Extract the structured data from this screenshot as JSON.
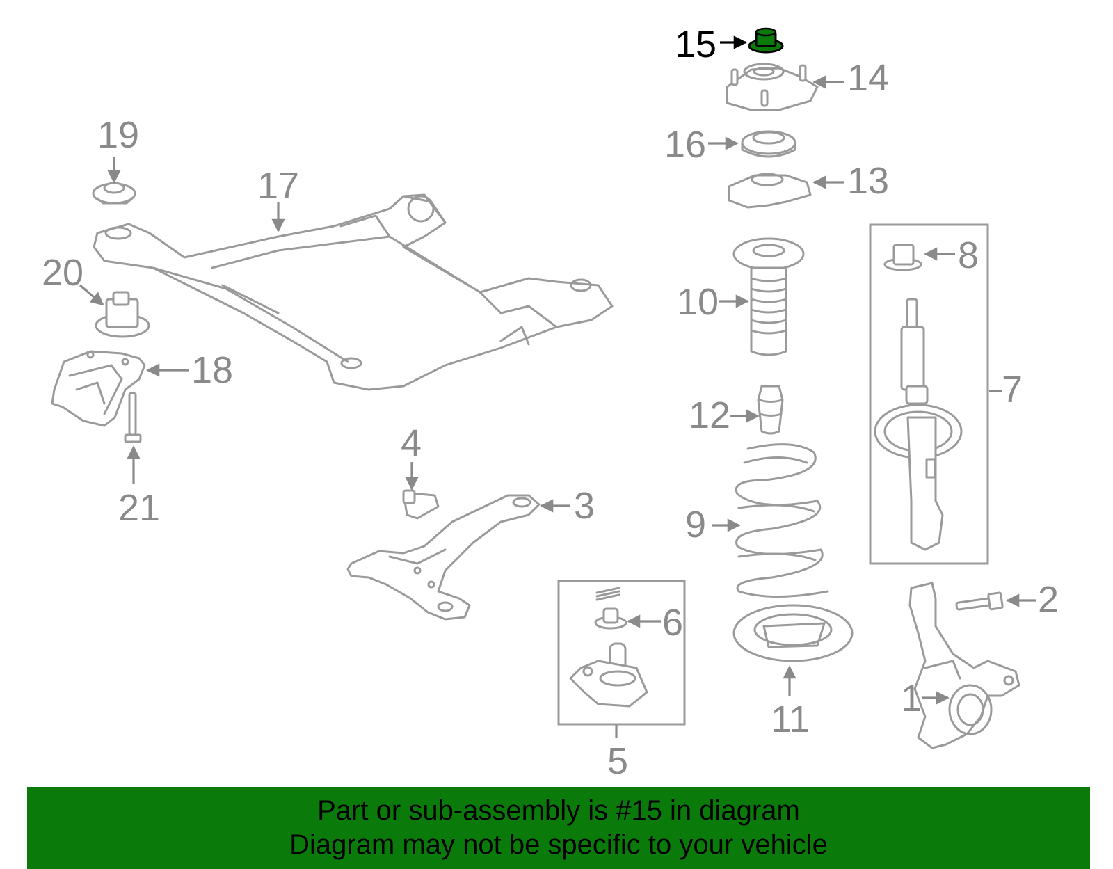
{
  "diagram": {
    "labels": {
      "p1": "1",
      "p2": "2",
      "p3": "3",
      "p4": "4",
      "p5": "5",
      "p6": "6",
      "p7": "7",
      "p8": "8",
      "p9": "9",
      "p10": "10",
      "p11": "11",
      "p12": "12",
      "p13": "13",
      "p14": "14",
      "p15": "15",
      "p16": "16",
      "p17": "17",
      "p18": "18",
      "p19": "19",
      "p20": "20",
      "p21": "21"
    },
    "highlighted_part": "15",
    "highlight_color": "#0a7a0a",
    "line_color": "#9a9a9a"
  },
  "banner": {
    "line1": "Part or sub-assembly is #15 in diagram",
    "line2": "Diagram may not be specific to your vehicle",
    "background": "#0a7a0a"
  }
}
